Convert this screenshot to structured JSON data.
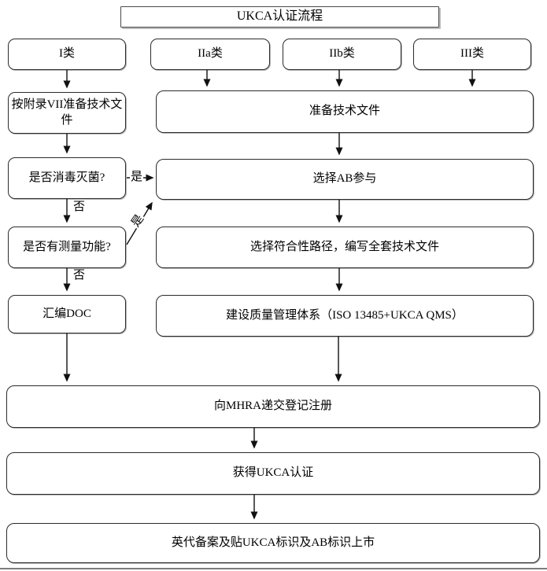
{
  "title": "UKCA认证流程",
  "colors": {
    "stroke": "#2b2b2b",
    "arrow": "#111111",
    "background": "#ffffff",
    "text": "#000000"
  },
  "nodes": {
    "class_i": "I类",
    "class_iia": "IIa类",
    "class_iib": "IIb类",
    "class_iii": "III类",
    "annex_vii": "按附录VII准备技术文件",
    "prepare_tech": "准备技术文件",
    "sterile_question": "是否消毒灭菌?",
    "choose_ab": "选择AB参与",
    "measure_question": "是否有测量功能?",
    "conformity_path": "选择符合性路径，编写全套技术文件",
    "compile_doc": "汇编DOC",
    "qms": "建设质量管理体系（ISO 13485+UKCA QMS）",
    "mhra_registration": "向MHRA递交登记注册",
    "obtain_ukca": "获得UKCA认证",
    "market_launch": "英代备案及贴UKCA标识及AB标识上市"
  },
  "edge_labels": {
    "yes": "是",
    "no": "否"
  },
  "edges": [
    {
      "from": "class_i",
      "to": "annex_vii",
      "label": ""
    },
    {
      "from": "class_iia",
      "to": "prepare_tech",
      "label": ""
    },
    {
      "from": "class_iib",
      "to": "prepare_tech",
      "label": ""
    },
    {
      "from": "class_iii",
      "to": "prepare_tech",
      "label": ""
    },
    {
      "from": "annex_vii",
      "to": "sterile_question",
      "label": ""
    },
    {
      "from": "sterile_question",
      "to": "measure_question",
      "label": "否"
    },
    {
      "from": "sterile_question",
      "to": "choose_ab",
      "label": "是"
    },
    {
      "from": "measure_question",
      "to": "compile_doc",
      "label": "否"
    },
    {
      "from": "measure_question",
      "to": "choose_ab",
      "label": "是"
    },
    {
      "from": "compile_doc",
      "to": "mhra_registration",
      "label": ""
    },
    {
      "from": "prepare_tech",
      "to": "choose_ab",
      "label": ""
    },
    {
      "from": "choose_ab",
      "to": "conformity_path",
      "label": ""
    },
    {
      "from": "conformity_path",
      "to": "qms",
      "label": ""
    },
    {
      "from": "qms",
      "to": "mhra_registration",
      "label": ""
    },
    {
      "from": "mhra_registration",
      "to": "obtain_ukca",
      "label": ""
    },
    {
      "from": "obtain_ukca",
      "to": "market_launch",
      "label": ""
    }
  ]
}
